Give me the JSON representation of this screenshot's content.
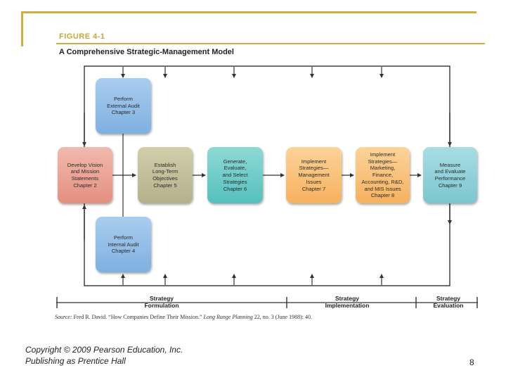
{
  "figure": {
    "number": "FIGURE 4-1",
    "title": "A Comprehensive Strategic-Management Model"
  },
  "boxes": {
    "external_audit": "Perform\nExternal Audit\nChapter 3",
    "internal_audit": "Perform\nInternal Audit\nChapter 4",
    "vision_mission": "Develop Vision\nand Mission\nStatements\nChapter 2",
    "objectives": "Establish\nLong-Term\nObjectives\nChapter 5",
    "strategies": "Generate,\nEvaluate,\nand Select\nStrategies\nChapter 6",
    "implement_mgmt": "Implement\nStrategies—\nManagement\nIssues\nChapter 7",
    "implement_mktg": "Implement\nStrategies—\nMarketing,\nFinance,\nAccounting, R&D,\nand MIS Issues\nChapter 8",
    "evaluate": "Measure\nand Evaluate\nPerformance\nChapter 9"
  },
  "phases": {
    "formulation": "Strategy\nFormulation",
    "implementation": "Strategy\nImplementation",
    "evaluation": "Strategy\nEvaluation"
  },
  "source": {
    "label": "Source:",
    "text": "Fred R. David. “How Companies Define Their Mission.”",
    "journal": "Long Range Planning",
    "details": "22, no. 3 (June 1988): 40."
  },
  "footer": {
    "copyright": "Copyright © 2009 Pearson Education, Inc.\nPublishing as Prentice Hall",
    "page": "8"
  },
  "colors": {
    "accent": "#c9b040",
    "line": "#333333"
  }
}
